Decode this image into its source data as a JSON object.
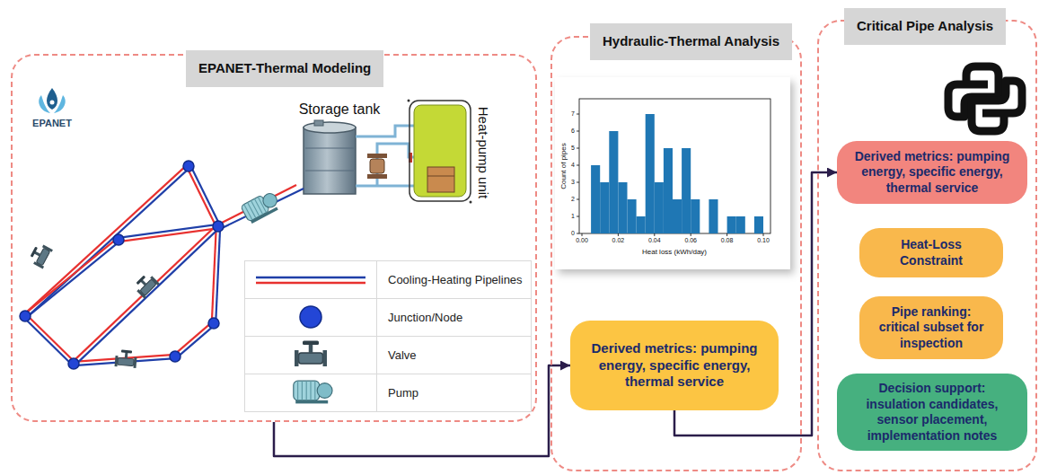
{
  "diagram": {
    "nodes": [
      {
        "text": [
          "EPANET-Thermal Modeling"
        ]
      },
      {
        "text": [
          "Hydraulic-Thermal Analysis"
        ]
      },
      {
        "text": [
          "Derived metrics: pumping energy, specific energy, thermal service"
        ],
        "in": 1
      },
      {
        "text": [
          "Critical Pipe Analysis"
        ]
      },
      {
        "text": [
          "Derived metrics: pumping energy, specific energy, thermal service"
        ],
        "in": 3
      },
      {
        "text": [
          "Heat-Loss Constraint"
        ],
        "in": 3
      },
      {
        "text": [
          "Pipe ranking: critical subset for inspection"
        ],
        "in": 3
      },
      {
        "text": [
          "Decision support: insulation candidates, sensor placement, implementation notes"
        ],
        "in": 3
      }
    ],
    "edges": [
      {
        "from": 0,
        "to": 2,
        "arrow": "to"
      },
      {
        "from": 2,
        "to": 4,
        "arrow": "to"
      }
    ],
    "labels": [
      "EPANET",
      "Storage tank",
      "Heat-pump unit",
      "Count of pipes",
      "Heat loss (kWh/day)",
      "0",
      "1",
      "2",
      "3",
      "4",
      "5",
      "6",
      "7",
      "0.00",
      "0.02",
      "0.04",
      "0.06",
      "0.08",
      "0.10"
    ],
    "legend": [
      {
        "text": "Cooling-Heating Pipelines"
      },
      {
        "text": "Junction/Node"
      },
      {
        "text": "Valve"
      },
      {
        "text": "Pump"
      }
    ]
  }
}
